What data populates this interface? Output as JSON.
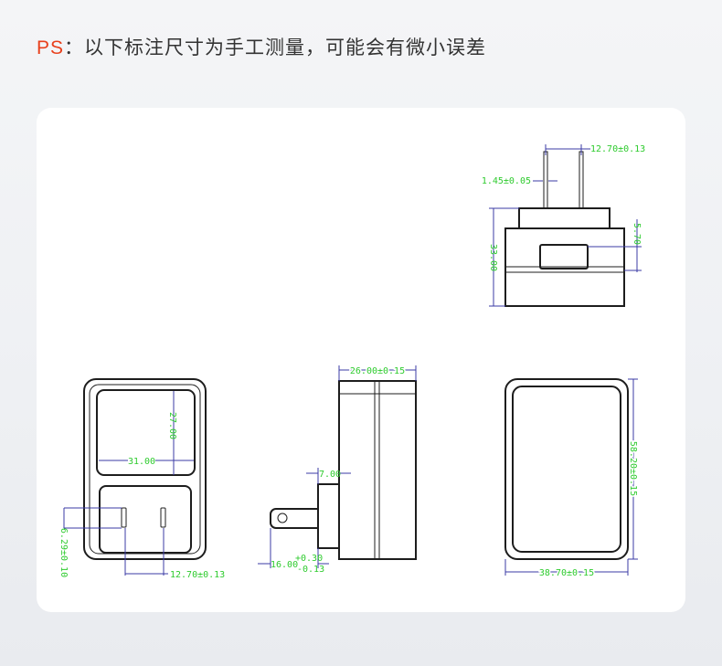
{
  "note": {
    "prefix": "PS",
    "text": "：以下标注尺寸为手工测量，可能会有微小误差"
  },
  "diagram": {
    "top_view": {
      "pin_spacing": "12.70±0.13",
      "pin_thickness": "1.45±0.05",
      "depth": "33.00",
      "window_height": "5.70"
    },
    "front_view": {
      "window_height": "27.00",
      "window_width": "31.00",
      "slot_offset": "6.29±0.10",
      "slot_spacing": "12.70±0.13"
    },
    "side_view": {
      "body_depth": "26.00±0.15",
      "base_depth": "7.00",
      "pin_length": "16.00",
      "pin_tol_plus": "+0.30",
      "pin_tol_minus": "-0.13"
    },
    "back_view": {
      "height": "58.20±0.15",
      "width": "38.70±0.15"
    }
  },
  "colors": {
    "accent": "#e8401c",
    "dimension_text": "#2ecb2e",
    "dimension_line": "#3b3ba6"
  }
}
